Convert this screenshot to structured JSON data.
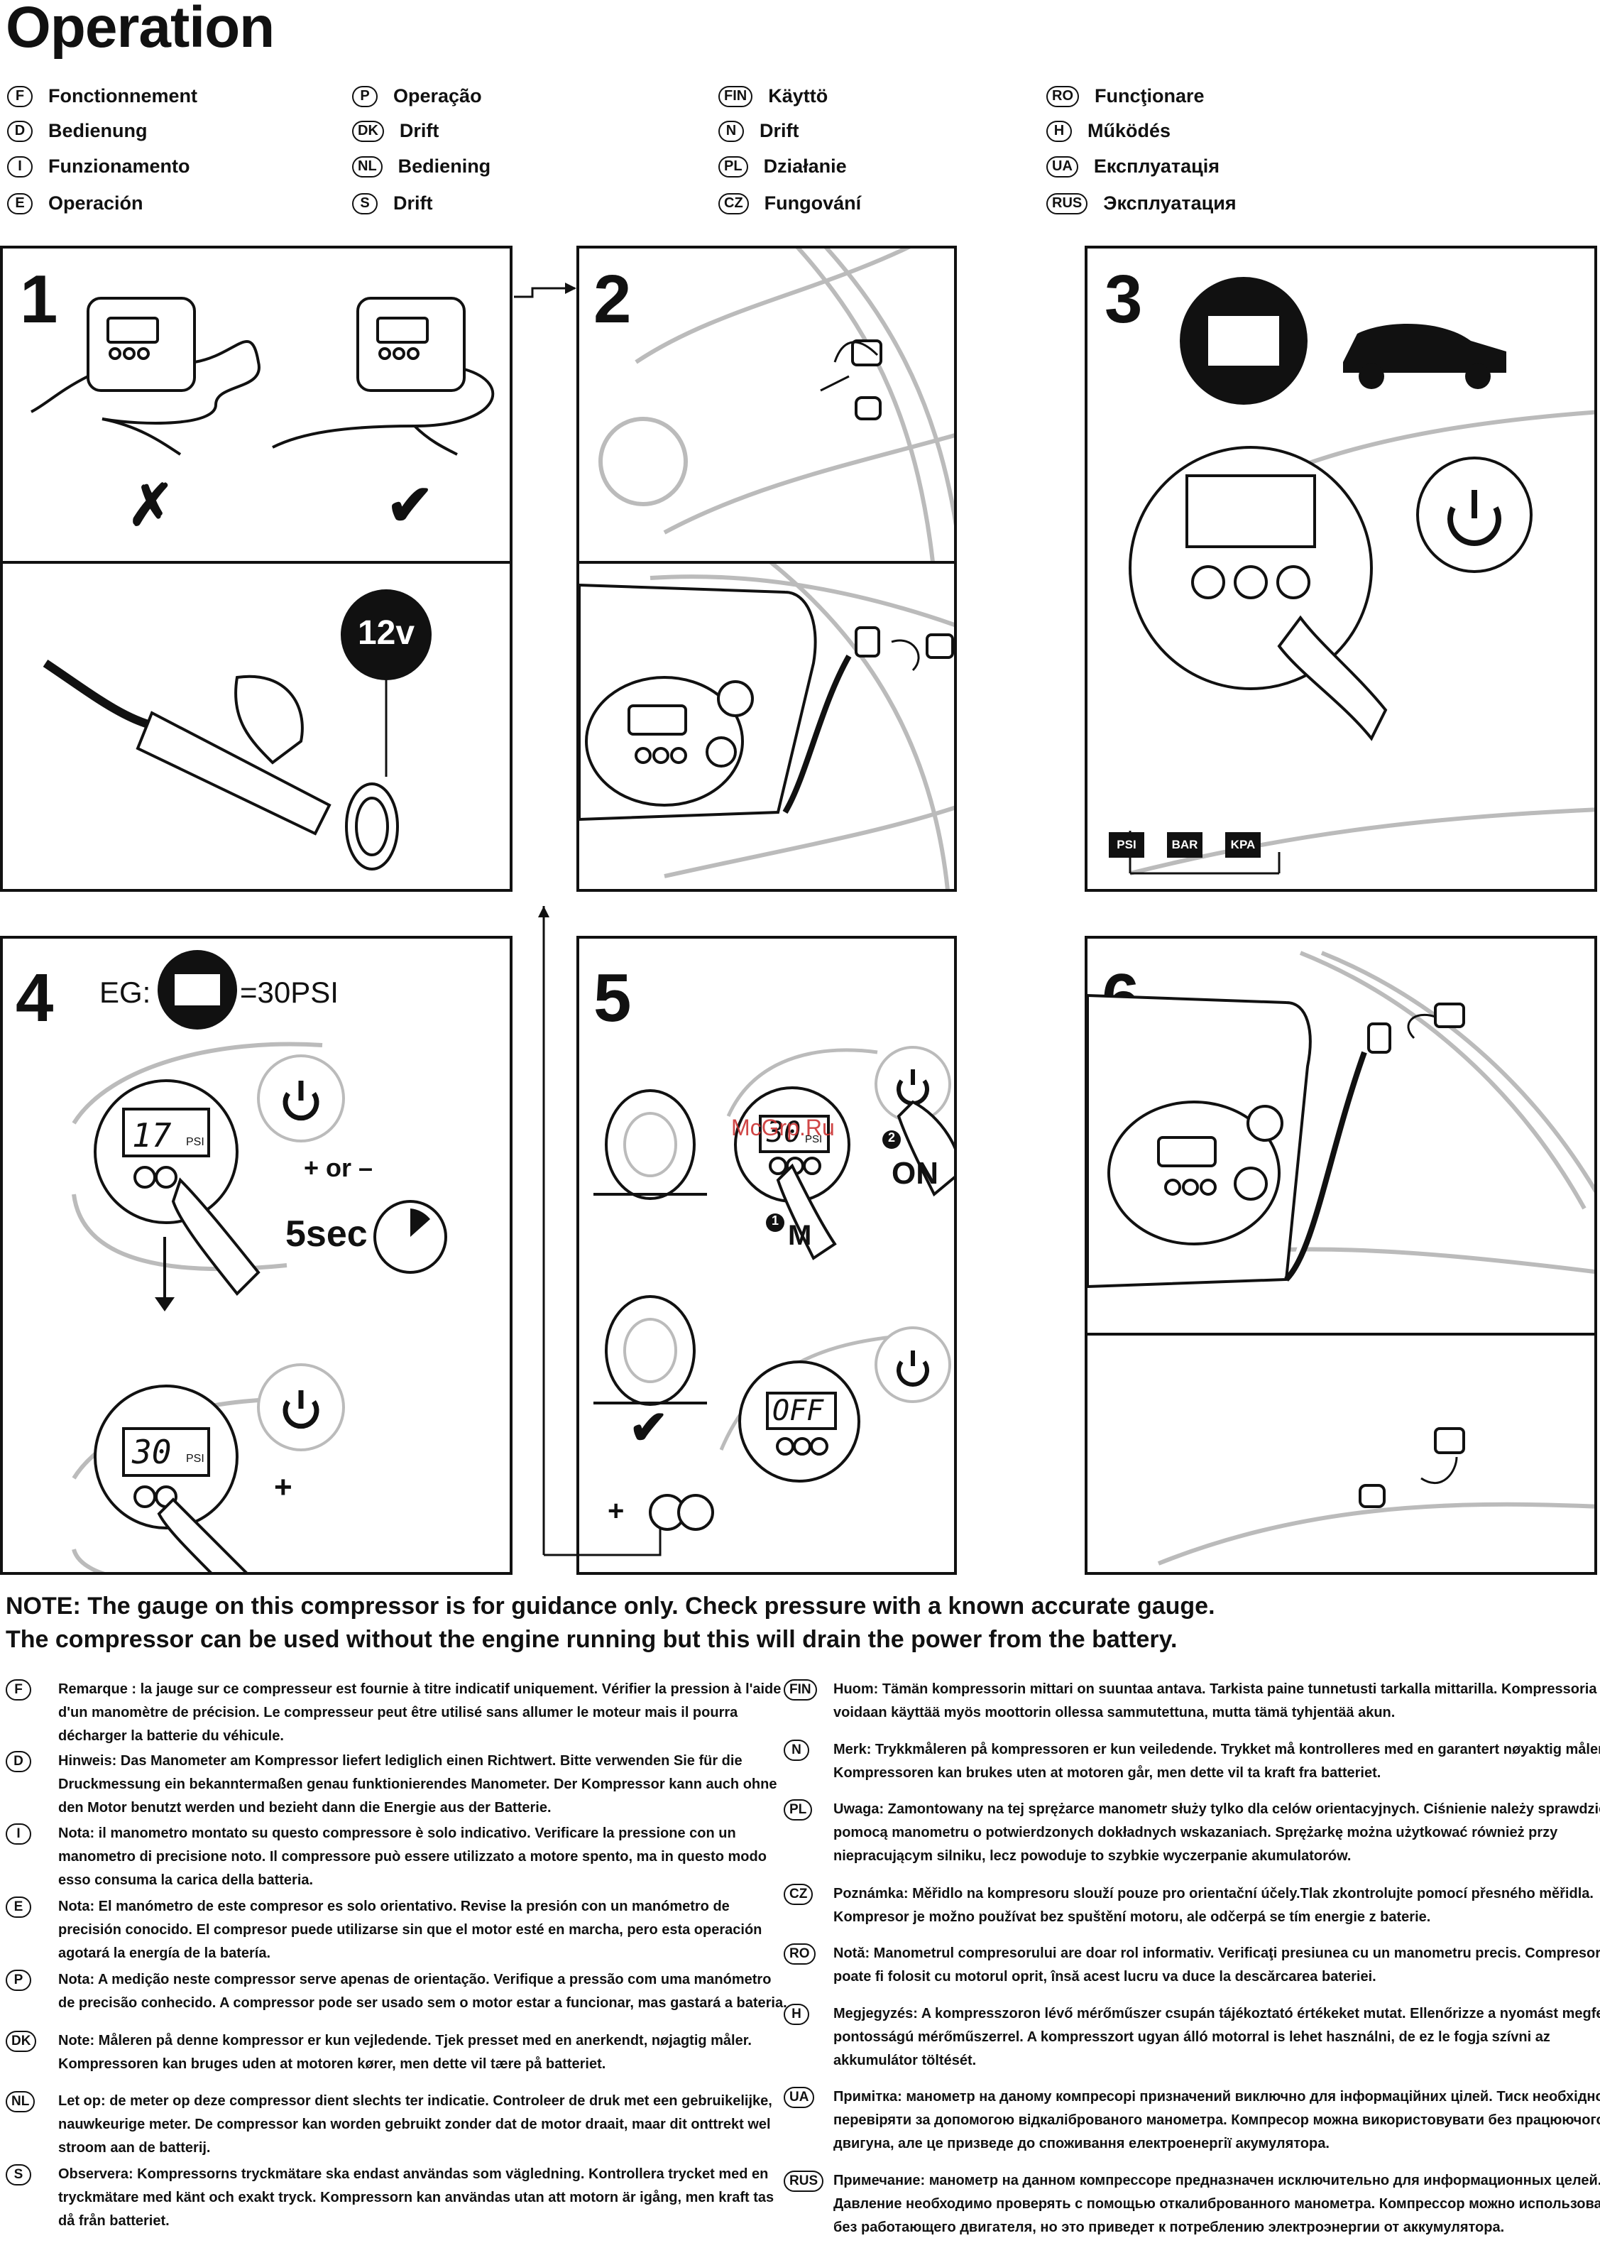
{
  "title": "Operation",
  "languages": [
    {
      "code": "F",
      "label": "Fonctionnement"
    },
    {
      "code": "D",
      "label": "Bedienung"
    },
    {
      "code": "I",
      "label": "Funzionamento"
    },
    {
      "code": "E",
      "label": "Operación"
    },
    {
      "code": "P",
      "label": "Operação"
    },
    {
      "code": "DK",
      "label": "Drift"
    },
    {
      "code": "NL",
      "label": "Bediening"
    },
    {
      "code": "S",
      "label": "Drift"
    },
    {
      "code": "FIN",
      "label": "Käyttö"
    },
    {
      "code": "N",
      "label": "Drift"
    },
    {
      "code": "PL",
      "label": "Działanie"
    },
    {
      "code": "CZ",
      "label": "Fungování"
    },
    {
      "code": "RO",
      "label": "Funcţionare"
    },
    {
      "code": "H",
      "label": "Működés"
    },
    {
      "code": "UA",
      "label": "Експлуатація"
    },
    {
      "code": "RUS",
      "label": "Эксплуатация"
    }
  ],
  "steps": {
    "s1": {
      "num": "1",
      "voltage": "12v",
      "wrong_mark": "✗",
      "right_mark": "✔"
    },
    "s2": {
      "num": "2"
    },
    "s3": {
      "num": "3",
      "units": [
        "PSI",
        "BAR",
        "KPA"
      ]
    },
    "s4": {
      "num": "4",
      "eg_label": "EG:",
      "eg_value": "=30PSI",
      "display_top": "17",
      "display_unit": "PSI",
      "plus_or_minus": "+ or –",
      "duration": "5sec",
      "display_bottom": "30",
      "plus": "+"
    },
    "s5": {
      "num": "5",
      "display_top": "30",
      "display_unit": "PSI",
      "step2": "2",
      "on_label": "ON",
      "step1": "1",
      "m_label": "M",
      "display_off": "OFF",
      "check": "✔",
      "plus": "+"
    },
    "s6": {
      "num": "6"
    }
  },
  "watermark": "McGrp.Ru",
  "note": {
    "line1": "NOTE: The gauge on this compressor is for guidance only. Check pressure with a known accurate gauge.",
    "line2": "The compressor can be used without the engine running but this will drain the power from the battery."
  },
  "translations_left": [
    {
      "code": "F",
      "lines": [
        "Remarque : la jauge sur ce compresseur est fournie à titre indicatif uniquement. Vérifier la pression à l'aide",
        "d'un manomètre de précision. Le compresseur peut être utilisé sans allumer le moteur mais il pourra",
        "décharger la batterie du véhicule."
      ]
    },
    {
      "code": "D",
      "lines": [
        "Hinweis: Das Manometer am Kompressor liefert lediglich einen Richtwert. Bitte verwenden Sie für die",
        "Druckmessung ein bekanntermaßen genau funktionierendes Manometer. Der Kompressor kann auch ohne",
        "den Motor benutzt werden und bezieht dann die Energie aus der Batterie."
      ]
    },
    {
      "code": "I",
      "lines": [
        "Nota: il manometro montato su questo compressore è solo indicativo. Verificare la pressione con un",
        "manometro di precisione noto. Il compressore può essere utilizzato a motore spento, ma in questo modo",
        "esso consuma la carica della batteria."
      ]
    },
    {
      "code": "E",
      "lines": [
        "Nota: El manómetro de este compresor es solo orientativo. Revise la presión con un manómetro de",
        "precisión conocido. El compresor puede utilizarse sin que el motor esté en marcha, pero esta operación",
        "agotará la energía de la batería."
      ]
    },
    {
      "code": "P",
      "lines": [
        "Nota: A medição neste compressor serve apenas de orientação. Verifique a pressão com uma manómetro",
        "de precisão conhecido. A compressor pode ser usado sem o motor estar a funcionar, mas gastará a bateria."
      ]
    },
    {
      "code": "DK",
      "lines": [
        "Note: Måleren på denne kompressor er kun vejledende. Tjek presset med en anerkendt, nøjagtig måler.",
        "Kompressoren kan bruges uden at motoren kører, men dette vil tære på batteriet."
      ]
    },
    {
      "code": "NL",
      "lines": [
        "Let op: de meter op deze compressor dient slechts ter indicatie. Controleer de druk met een gebruikelijke,",
        "nauwkeurige meter. De compressor kan worden gebruikt zonder dat de motor draait, maar dit onttrekt wel",
        "stroom aan de batterij."
      ]
    },
    {
      "code": "S",
      "lines": [
        "Observera: Kompressorns tryckmätare ska endast användas som vägledning. Kontrollera trycket med en",
        "tryckmätare med känt och exakt tryck. Kompressorn kan användas utan att motorn är igång, men kraft tas",
        "då från batteriet."
      ]
    }
  ],
  "translations_right": [
    {
      "code": "FIN",
      "lines": [
        "Huom: Tämän kompressorin mittari on suuntaa antava. Tarkista paine tunnetusti tarkalla mittarilla. Kompressoria",
        "voidaan käyttää myös moottorin ollessa sammutettuna, mutta tämä tyhjentää akun."
      ]
    },
    {
      "code": "N",
      "lines": [
        "Merk: Trykkmåleren på kompressoren er kun veiledende. Trykket må kontrolleres med en garantert nøyaktig måler.",
        "Kompressoren kan brukes uten at motoren går, men dette vil ta kraft fra batteriet."
      ]
    },
    {
      "code": "PL",
      "lines": [
        "Uwaga: Zamontowany na tej sprężarce manometr służy tylko dla celów orientacyjnych. Ciśnienie należy sprawdzić za",
        "pomocą manometru o potwierdzonych dokładnych wskazaniach. Sprężarkę można użytkować również przy",
        "niepracującym silniku, lecz powoduje to szybkie wyczerpanie akumulatorów."
      ]
    },
    {
      "code": "CZ",
      "lines": [
        "Poznámka: Měřidlo na kompresoru slouží pouze pro orientační účely.Tlak zkontrolujte pomocí přesného měřidla.",
        "Kompresor je možno používat bez spuštění motoru, ale odčerpá se tím energie z baterie."
      ]
    },
    {
      "code": "RO",
      "lines": [
        "Notă: Manometrul compresorului are doar rol informativ. Verificaţi presiunea cu un manometru precis. Compresorul",
        "poate fi folosit cu motorul oprit, însă acest lucru va duce la descărcarea bateriei."
      ]
    },
    {
      "code": "H",
      "lines": [
        "Megjegyzés: A kompresszoron lévő mérőműszer csupán tájékoztató értékeket mutat. Ellenőrizze a nyomást megfelelő",
        "pontosságú mérőműszerrel. A kompresszort ugyan álló motorral is lehet használni, de ez le fogja szívni az",
        "akkumulátor töltését."
      ]
    },
    {
      "code": "UA",
      "lines": [
        "Примітка: манометр на даному компресорі призначений виключно для інформаційних цілей. Тиск необхідно",
        "перевіряти за допомогою відкаліброваного манометра. Компресор можна використовувати без працюючого",
        "двигуна, але це призведе до споживання електроенергії акумулятора."
      ]
    },
    {
      "code": "RUS",
      "lines": [
        "Примечание: манометр на данном компрессоре предназначен исключительно для информационных целей.",
        "Давление необходимо проверять с помощью откалиброванного манометра. Компрессор можно использовать",
        "без работающего двигателя, но это приведет к потреблению электроэнергии от аккумулятора."
      ]
    }
  ]
}
